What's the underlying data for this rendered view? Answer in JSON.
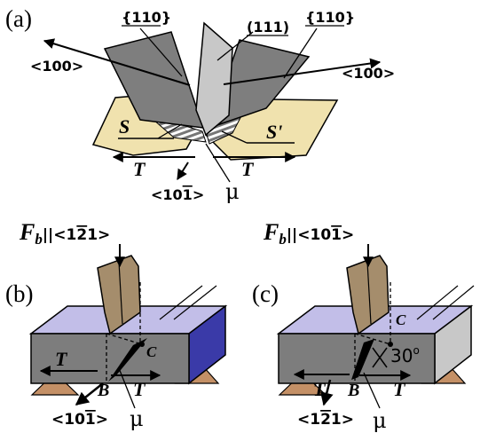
{
  "panel_a": {
    "label": "(a)",
    "plane_left": "{110}",
    "plane_mid": "(111)",
    "plane_right": "{110}",
    "dir_left": "<100>",
    "dir_right": "<100>",
    "surface_left": "S",
    "surface_right": "S'",
    "tension_left": "T",
    "tension_right": "T",
    "burgers": "<10",
    "burgers_bar": "1",
    "burgers_end": ">",
    "mu": "μ"
  },
  "panel_b": {
    "label": "(b)",
    "force_sym": "F",
    "force_sub": "b",
    "force_par": "||<1",
    "force_bar": "2",
    "force_end": "1>",
    "tension_left": "T",
    "tension_right": "T",
    "point_b": "B",
    "point_c": "C",
    "dir_pre": "<10",
    "dir_bar": "1",
    "dir_end": ">",
    "mu": "μ",
    "colors": {
      "top": "#c2bee8",
      "front": "#7d7d7d",
      "side": "#3a3aa8"
    }
  },
  "panel_c": {
    "label": "(c)",
    "force_sym": "F",
    "force_sub": "b",
    "force_par": "||<10",
    "force_bar": "1",
    "force_end": ">",
    "tension_left": "T",
    "tension_right": "T",
    "point_b": "B",
    "point_c": "C",
    "angle": "30",
    "angle_unit": "o",
    "dir_pre": "<1",
    "dir_bar": "2",
    "dir_end": "1>",
    "mu": "μ",
    "colors": {
      "top": "#c2bee8",
      "front": "#7d7d7d",
      "side": "#c8c8c8"
    }
  },
  "colors": {
    "plane_dark": "#7e7e7e",
    "plane_light": "#c8c8c8",
    "sand": "#f0e2ae",
    "support": "#c49066",
    "indenter": "#a58d6c"
  }
}
